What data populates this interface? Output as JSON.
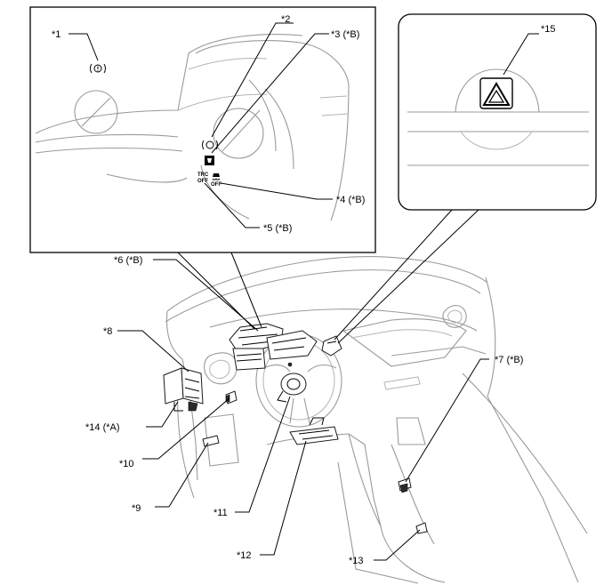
{
  "callouts": {
    "c1": "*1",
    "c2": "*2",
    "c3": "*3 (*B)",
    "c4": "*4 (*B)",
    "c5": "*5 (*B)",
    "c6": "*6 (*B)",
    "c7": "*7 (*B)",
    "c8": "*8",
    "c9": "*9",
    "c10": "*10",
    "c11": "*11",
    "c12": "*12",
    "c13": "*13",
    "c14": "*14 (*A)",
    "c15": "*15"
  },
  "indicators": {
    "trc_line1": "TRC",
    "trc_line2": "OFF",
    "vsc_off": "OFF"
  },
  "colors": {
    "line": "#000000",
    "ghost": "#9a9a9a",
    "background": "#ffffff"
  }
}
